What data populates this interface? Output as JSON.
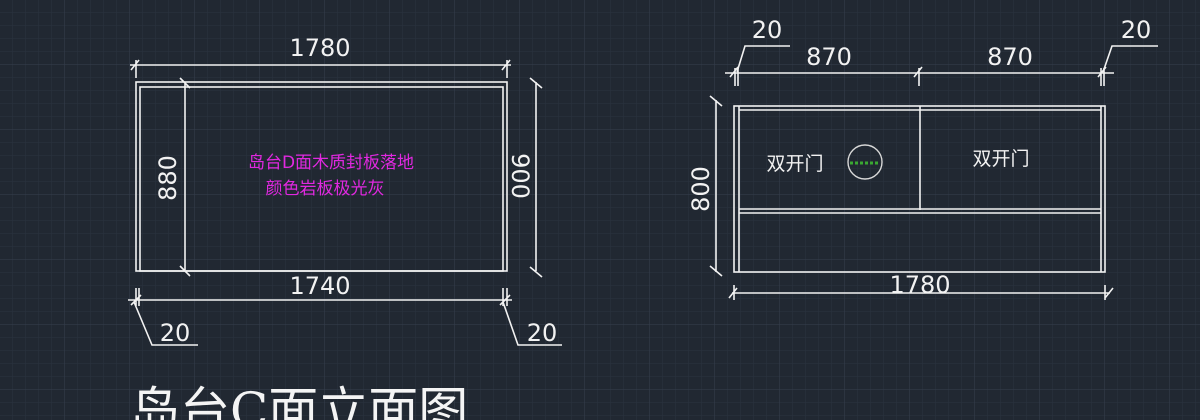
{
  "colors": {
    "background": "#212832",
    "lines": "#f2f2f2",
    "note": "#e028e0",
    "marker": "#3aa832"
  },
  "left_view": {
    "width_top": "1780",
    "width_bottom": "1740",
    "height_left": "880",
    "height_right": "900",
    "offset_left": "20",
    "offset_right": "20",
    "note_line1": "岛台D面木质封板落地",
    "note_line2": "颜色岩板极光灰"
  },
  "right_view": {
    "offset_left": "20",
    "offset_right": "20",
    "width_left": "870",
    "width_right": "870",
    "height": "800",
    "width_bottom": "1780",
    "door_left": "双开门",
    "door_right": "双开门"
  },
  "title": "岛台C面立面图"
}
